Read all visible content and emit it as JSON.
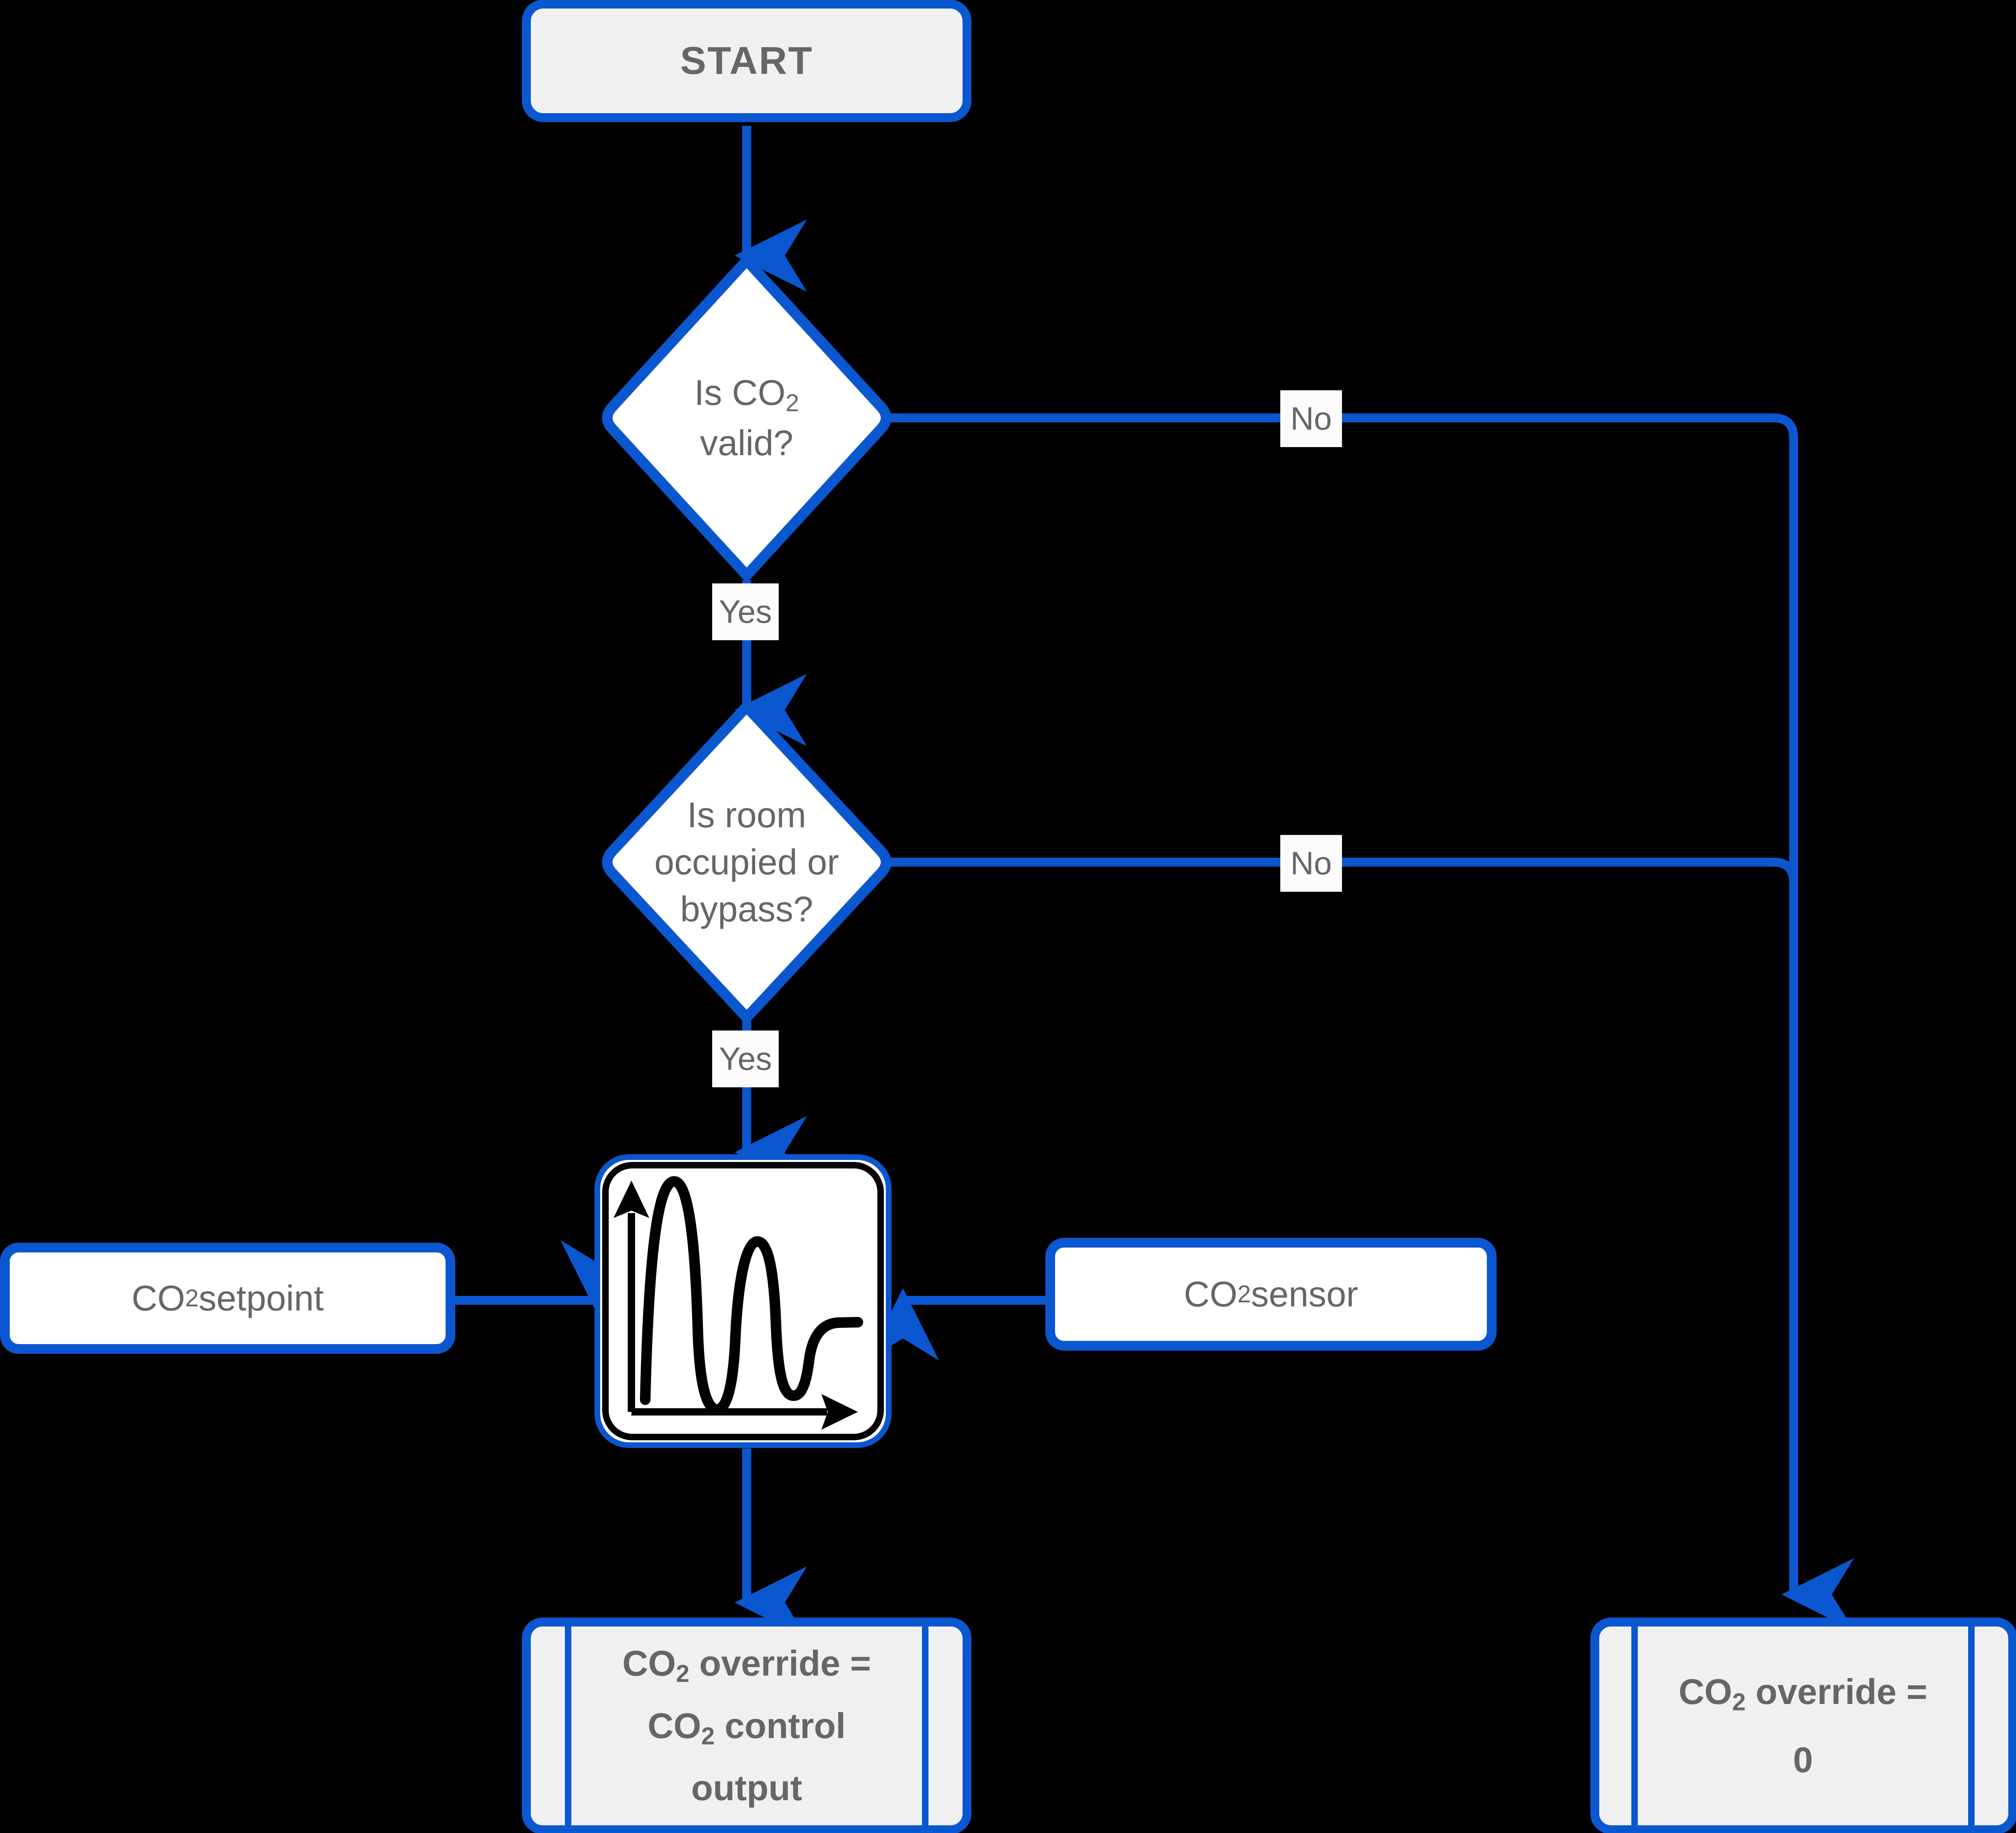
{
  "diagram": {
    "title": "CO2 override control logic flowchart",
    "type": "flowchart",
    "direction": "top-down",
    "background_color": "#000000",
    "accent_color": "#0b57d0",
    "node_fill_gray": "#f0f0f0",
    "node_fill_white": "#ffffff",
    "text_color": "#666666",
    "icon_color": "#000000"
  },
  "nodes": {
    "start": {
      "id": "start",
      "label": "START",
      "shape": "rounded-rectangle",
      "fill": "#f0f0f0"
    },
    "decision_co2_valid": {
      "id": "decision_co2_valid",
      "label_line1": "Is CO",
      "label_sub1": "2",
      "label_line2": "valid?",
      "shape": "diamond",
      "fill": "#ffffff"
    },
    "decision_room_occupied": {
      "id": "decision_room_occupied",
      "label_line1": "Is room",
      "label_line2": "occupied or",
      "label_line3": "bypass?",
      "shape": "diamond",
      "fill": "#ffffff"
    },
    "pid_controller": {
      "id": "pid_controller",
      "label": "",
      "icon": "pid-response-curve-icon",
      "shape": "rounded-square",
      "fill": "#ffffff"
    },
    "co2_setpoint": {
      "id": "co2_setpoint",
      "label_pre": "CO",
      "label_sub": "2",
      "label_post": " setpoint",
      "shape": "rounded-rectangle",
      "fill": "#ffffff"
    },
    "co2_sensor": {
      "id": "co2_sensor",
      "label_pre": "CO",
      "label_sub": "2",
      "label_post": " sensor",
      "shape": "rounded-rectangle",
      "fill": "#ffffff"
    },
    "terminal_control_output": {
      "id": "terminal_control_output",
      "line1_pre": "CO",
      "line1_sub": "2",
      "line1_post": " override =",
      "line2_pre": "CO",
      "line2_sub": "2",
      "line2_post": " control",
      "line3": "output",
      "shape": "predefined-process",
      "fill": "#f0f0f0"
    },
    "terminal_zero": {
      "id": "terminal_zero",
      "line1_pre": "CO",
      "line1_sub": "2",
      "line1_post": " override =",
      "line2": "0",
      "shape": "predefined-process",
      "fill": "#f0f0f0"
    }
  },
  "edges": [
    {
      "id": "e-start-valid",
      "from": "start",
      "to": "decision_co2_valid",
      "label": ""
    },
    {
      "id": "e-valid-no",
      "from": "decision_co2_valid",
      "to": "terminal_zero",
      "label": "No"
    },
    {
      "id": "e-valid-yes",
      "from": "decision_co2_valid",
      "to": "decision_room_occupied",
      "label": "Yes"
    },
    {
      "id": "e-room-no",
      "from": "decision_room_occupied",
      "to": "terminal_zero",
      "label": "No"
    },
    {
      "id": "e-room-yes",
      "from": "decision_room_occupied",
      "to": "pid_controller",
      "label": "Yes"
    },
    {
      "id": "e-setpoint-pid",
      "from": "co2_setpoint",
      "to": "pid_controller",
      "label": ""
    },
    {
      "id": "e-sensor-pid",
      "from": "co2_sensor",
      "to": "pid_controller",
      "label": ""
    },
    {
      "id": "e-pid-out",
      "from": "pid_controller",
      "to": "terminal_control_output",
      "label": ""
    }
  ],
  "edge_labels": {
    "valid_no": "No",
    "valid_yes": "Yes",
    "room_no": "No",
    "room_yes": "Yes"
  }
}
